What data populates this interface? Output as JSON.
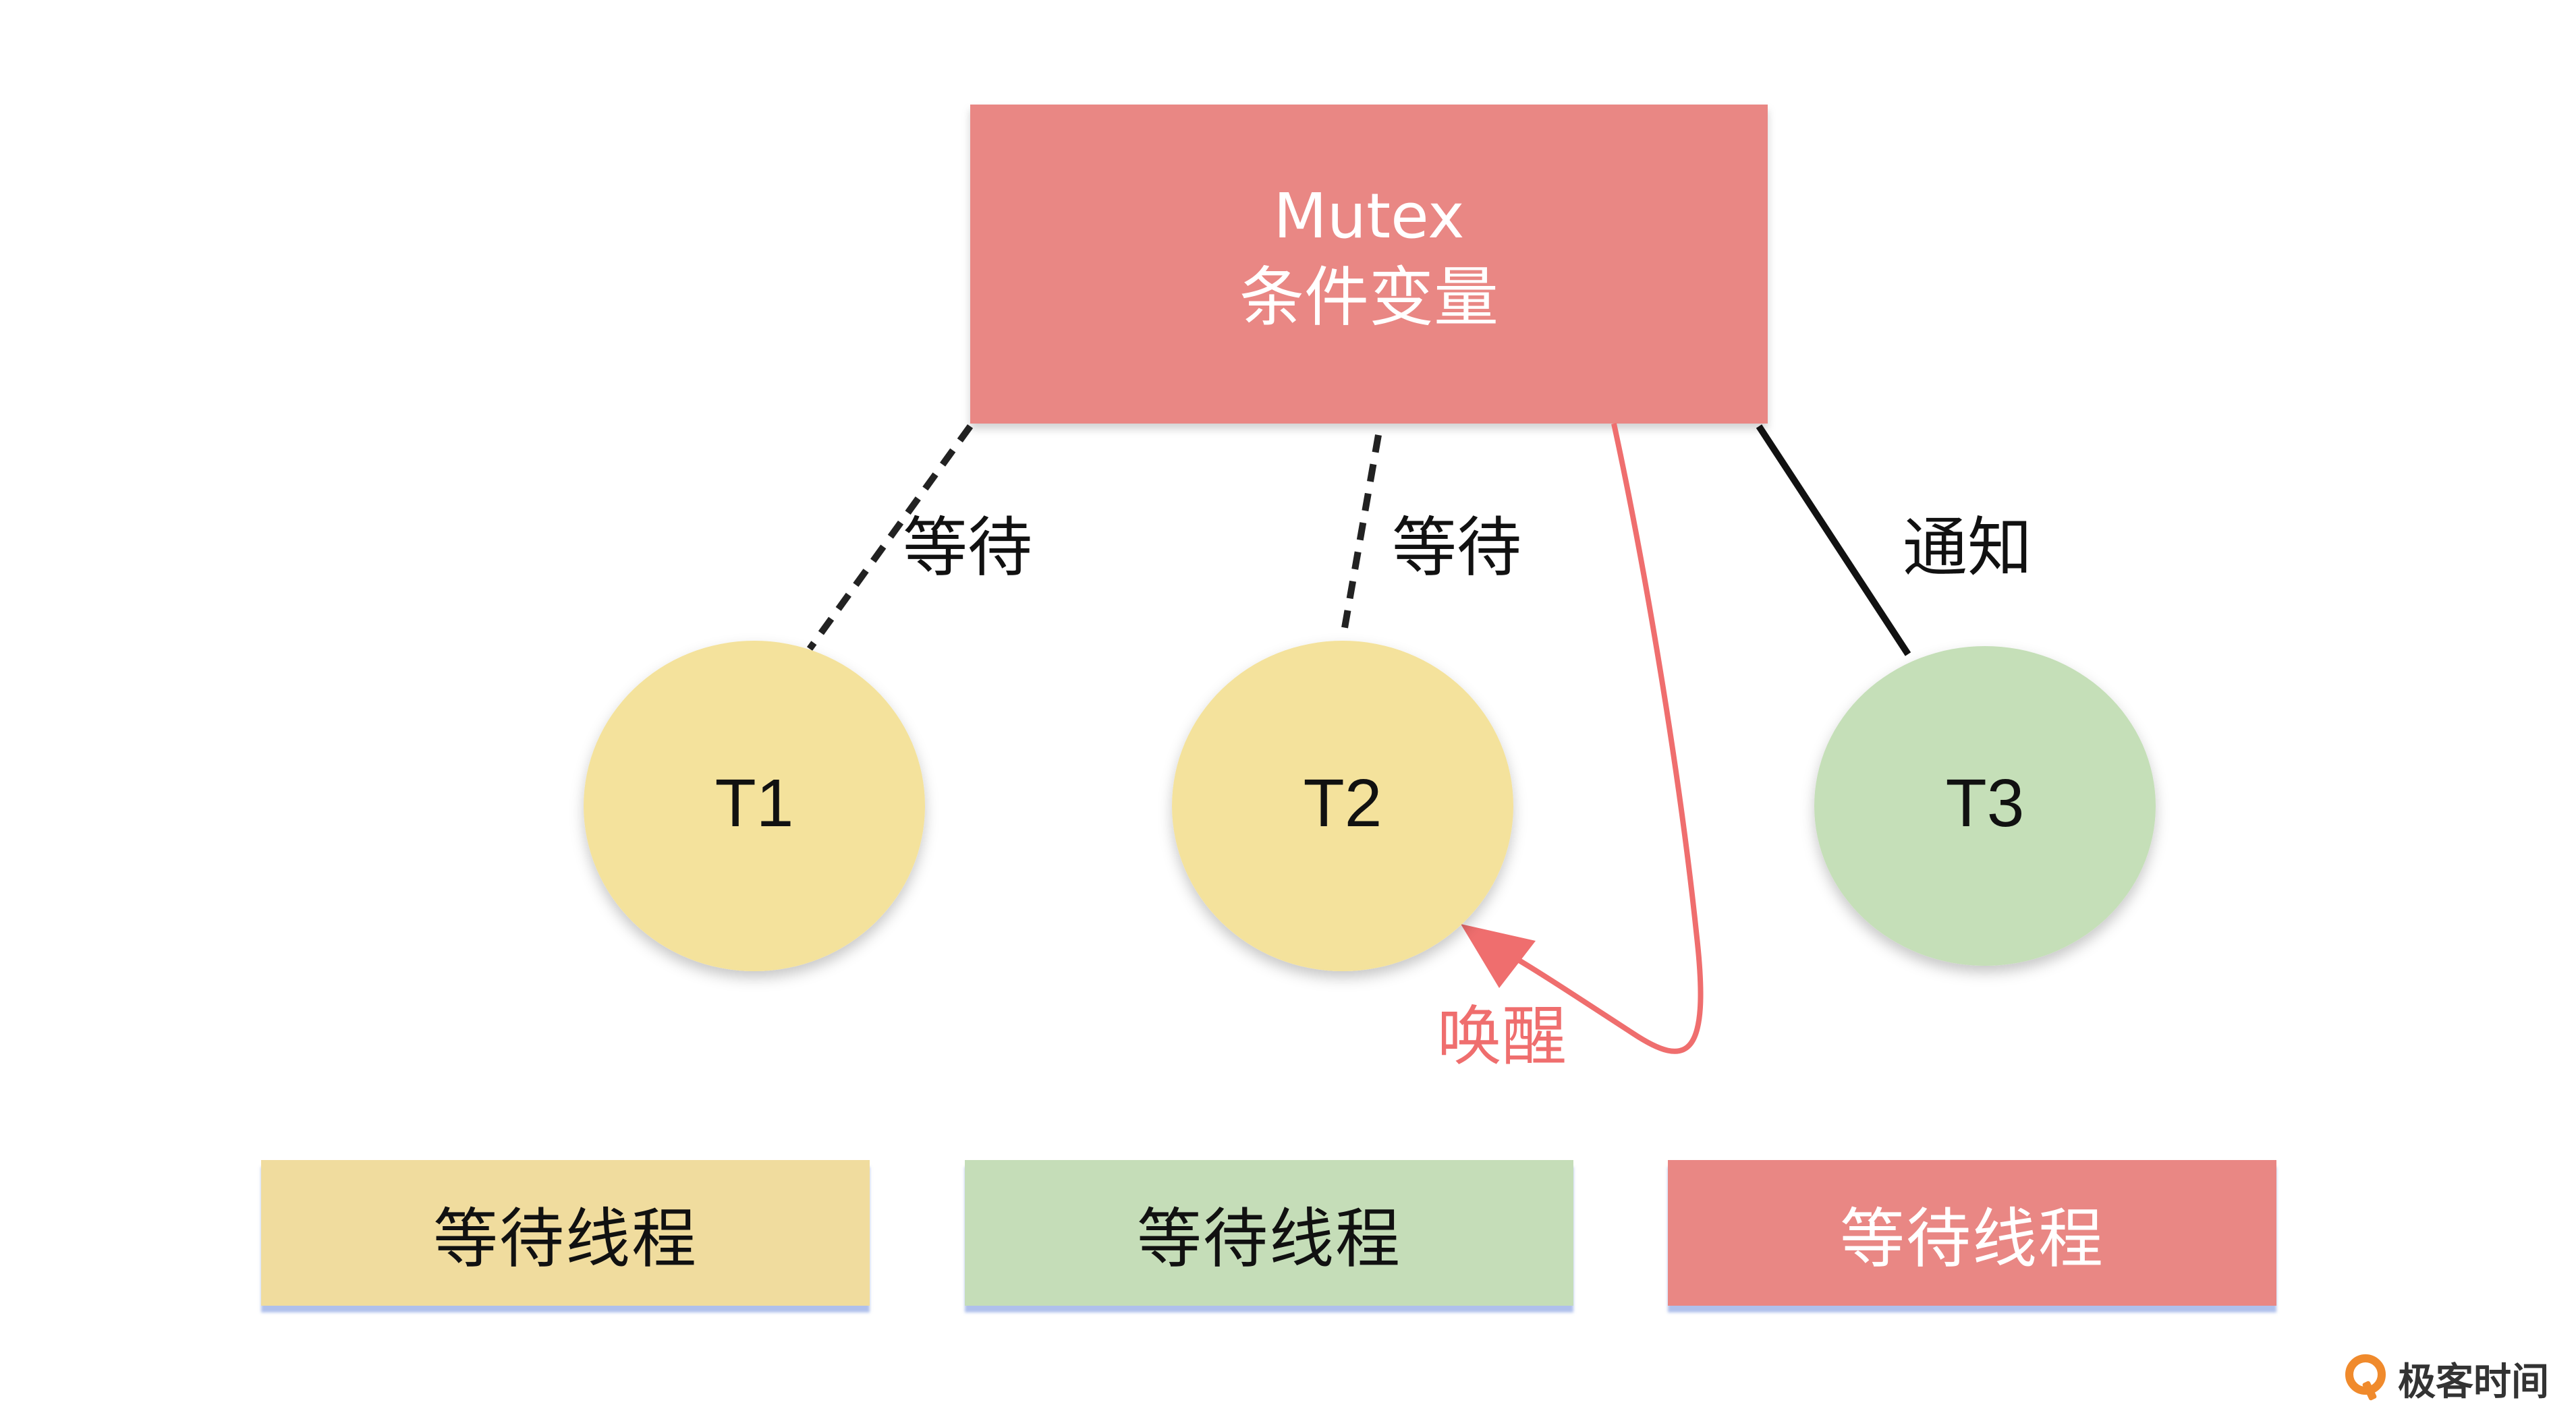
{
  "mutex_box": {
    "line1": "Mutex",
    "line2": "条件变量",
    "color": "#e98784"
  },
  "threads": [
    {
      "label": "T1",
      "color": "#f4e29c"
    },
    {
      "label": "T2",
      "color": "#f4e29c"
    },
    {
      "label": "T3",
      "color": "#c5dfb8"
    }
  ],
  "edges": [
    {
      "from": "mutex",
      "to": "T1",
      "label": "等待",
      "style": "dashed"
    },
    {
      "from": "mutex",
      "to": "T2",
      "label": "等待",
      "style": "dashed"
    },
    {
      "from": "mutex",
      "to": "T3",
      "label": "通知",
      "style": "solid"
    },
    {
      "from": "mutex",
      "to": "T2",
      "label": "唤醒",
      "style": "arrow",
      "color": "#ef6e6e"
    }
  ],
  "legend": [
    {
      "label": "等待线程",
      "color": "#f0dc9e"
    },
    {
      "label": "等待线程",
      "color": "#c5ddb8"
    },
    {
      "label": "等待线程",
      "color": "#e98784"
    }
  ],
  "brand": {
    "label": "极客时间",
    "icon": "geektime-logo-icon",
    "color": "#f08a2c"
  }
}
